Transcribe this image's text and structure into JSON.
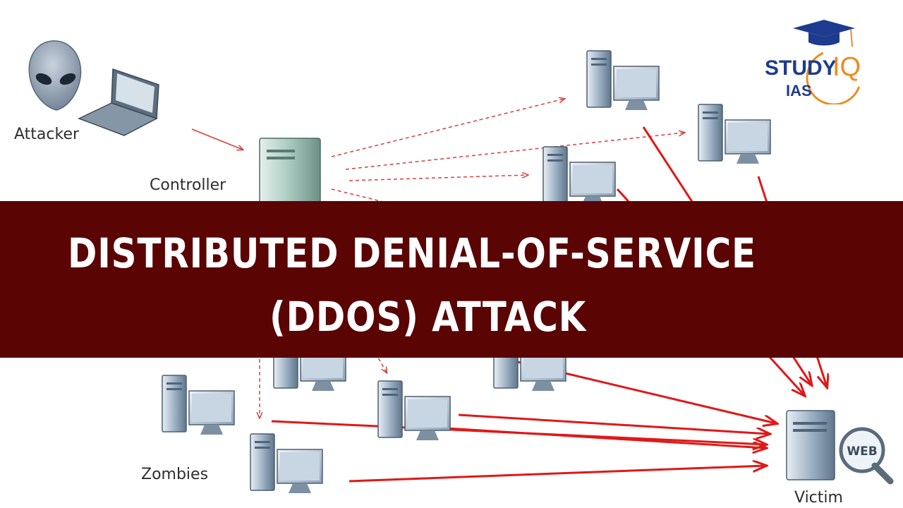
{
  "labels": {
    "attacker": "Attacker",
    "controller": "Controller",
    "zombies": "Zombies",
    "victim": "Victim",
    "web": "WEB"
  },
  "banner": {
    "line1": "DISTRIBUTED DENIAL-OF-SERVICE",
    "line2": "(DDOS) ATTACK"
  },
  "logo": {
    "study": "STUDY",
    "iq": "IQ",
    "ias": "IAS"
  },
  "icons": {
    "attacker": "alien-icon",
    "laptop": "laptop-icon",
    "controller": "server-tower-icon",
    "zombie": "desktop-computer-icon",
    "victim": "web-server-icon",
    "logo": "graduation-cap-icon"
  },
  "colors": {
    "banner": "#5a0404",
    "attack_arrow": "#e01818",
    "command_arrow": "#d84040",
    "logo_blue": "#1d3c8f",
    "logo_orange": "#f08a1c"
  }
}
